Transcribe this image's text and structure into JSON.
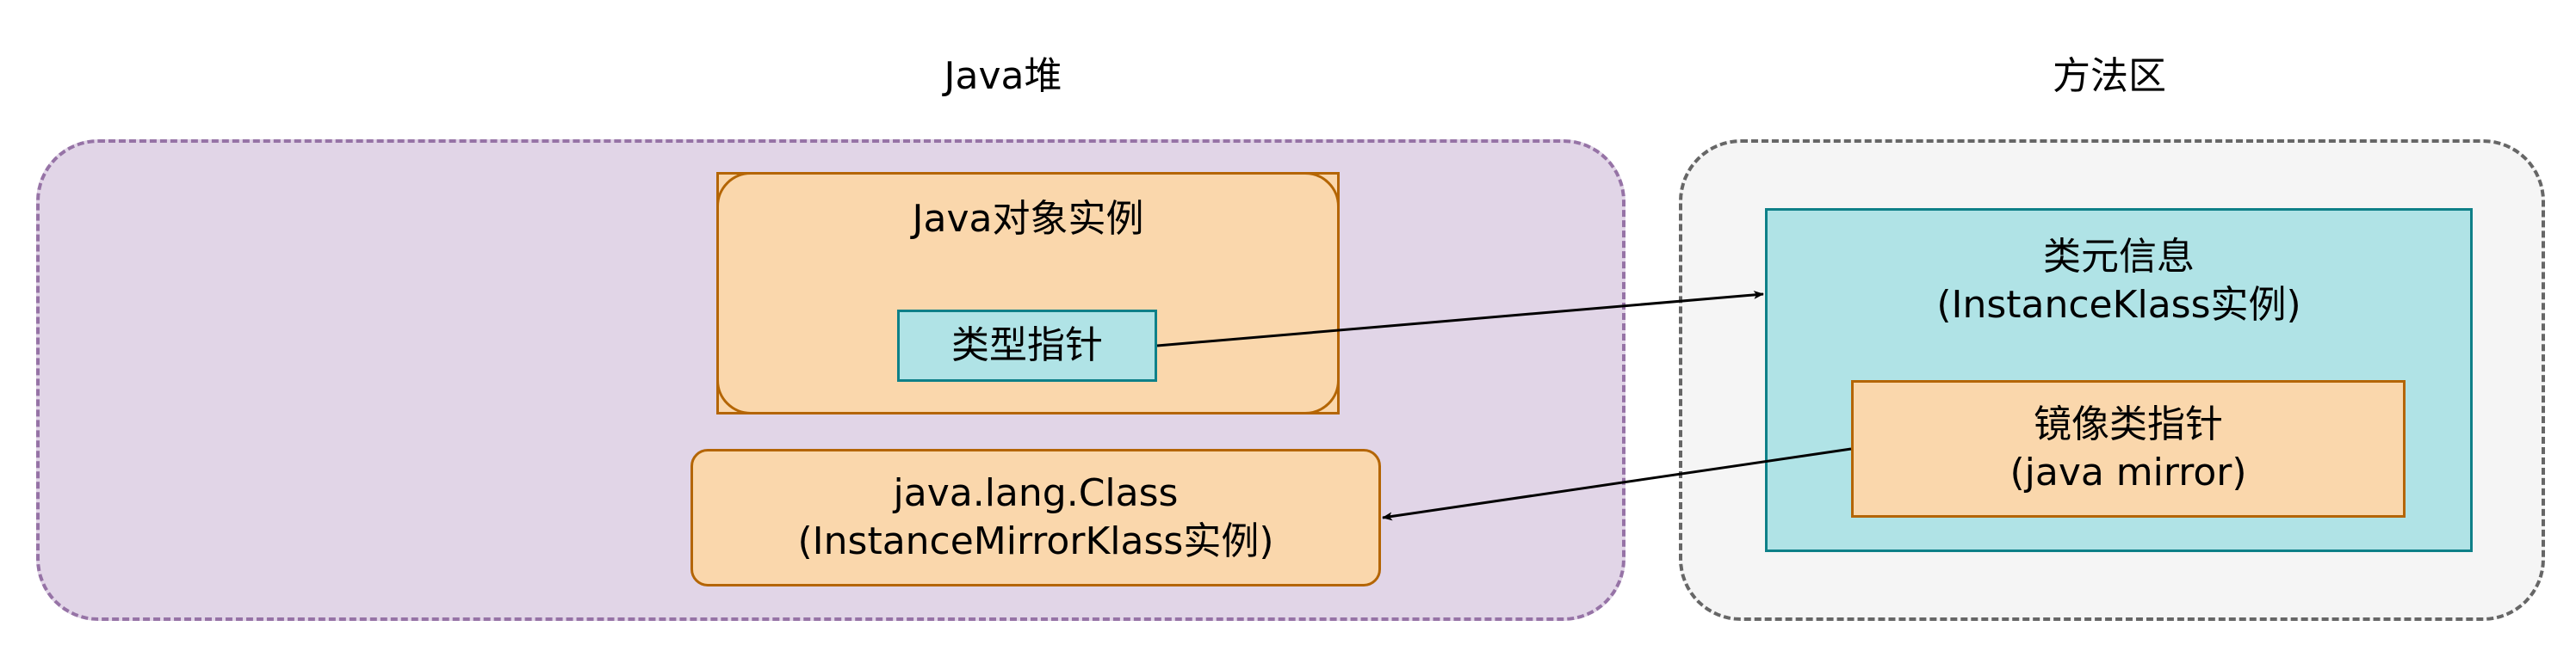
{
  "titles": {
    "heap": "Java堆",
    "method_area": "方法区"
  },
  "heap": {
    "object_instance": {
      "title": "Java对象实例",
      "type_pointer": "类型指针"
    },
    "class_object": {
      "line1": "java.lang.Class",
      "line2": "(InstanceMirrorKlass实例)"
    }
  },
  "method_area": {
    "class_info": {
      "line1": "类元信息",
      "line2": "(InstanceKlass实例)"
    },
    "mirror_pointer": {
      "line1": "镜像类指针",
      "line2": "(java mirror)"
    }
  },
  "colors": {
    "heap_fill": "#e1d5e7",
    "heap_border": "#9673a6",
    "method_fill": "#f5f5f5",
    "method_border": "#666666",
    "orange_fill": "#fad7ac",
    "orange_border": "#b46504",
    "teal_fill": "#b0e3e6",
    "teal_border": "#0e8088"
  }
}
